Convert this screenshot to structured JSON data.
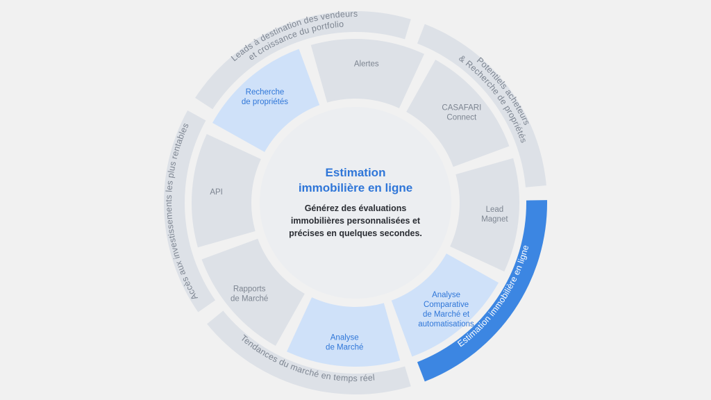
{
  "colors": {
    "background": "#f1f1f1",
    "segment_grey": "#dde1e7",
    "segment_blue": "#cfe1f9",
    "outer_grey": "#dde1e7",
    "outer_highlight": "#3c86e2",
    "center": "#eceef1",
    "text_grey": "#7d8591",
    "text_blue": "#2f76d8",
    "text_dark": "#2a2d33",
    "text_white": "#ffffff"
  },
  "center": {
    "title_line1": "Estimation",
    "title_line2": "immobilière en ligne",
    "desc_line1": "Générez des évaluations",
    "desc_line2": "immobilières personnalisées et",
    "desc_line3": "précises en quelques secondes."
  },
  "segments": [
    {
      "id": "api",
      "lines": [
        "API"
      ],
      "highlight": false
    },
    {
      "id": "recherche-proprietes",
      "lines": [
        "Recherche",
        "de propriétés"
      ],
      "highlight": true
    },
    {
      "id": "alertes",
      "lines": [
        "Alertes"
      ],
      "highlight": false
    },
    {
      "id": "casafari-connect",
      "lines": [
        "CASAFARI",
        "Connect"
      ],
      "highlight": false
    },
    {
      "id": "lead-magnet",
      "lines": [
        "Lead",
        "Magnet"
      ],
      "highlight": false
    },
    {
      "id": "analyse-comparative",
      "lines": [
        "Analyse",
        "Comparative",
        "de Marché et",
        "automatisations"
      ],
      "highlight": true
    },
    {
      "id": "analyse-marche",
      "lines": [
        "Analyse",
        "de Marché"
      ],
      "highlight": true
    },
    {
      "id": "rapports-marche",
      "lines": [
        "Rapports",
        "de Marché"
      ],
      "highlight": false
    }
  ],
  "outer_ring": [
    {
      "id": "leads-vendeurs",
      "lines": [
        "Leads à destination des vendeurs",
        "et croissance du portfolio"
      ],
      "highlight": false
    },
    {
      "id": "potentiels-acheteurs",
      "lines": [
        "Potentiels acheteurs",
        "& Recherche de propriétés"
      ],
      "highlight": false
    },
    {
      "id": "estimation-immobiliere",
      "lines": [
        "Estimation immobilière en ligne"
      ],
      "highlight": true
    },
    {
      "id": "tendances-marche",
      "lines": [
        "Tendances du marché en temps réel"
      ],
      "highlight": false
    },
    {
      "id": "acces-investissements",
      "lines": [
        "Accès aux investissements les plus rentables"
      ],
      "highlight": false
    }
  ]
}
